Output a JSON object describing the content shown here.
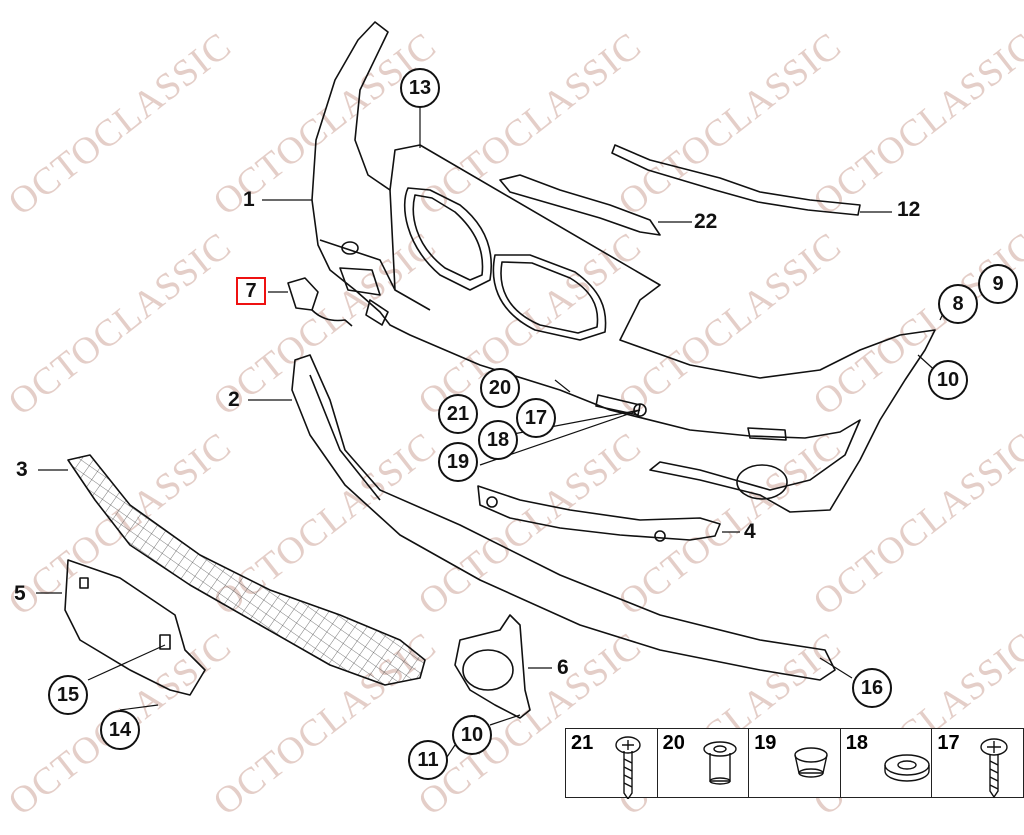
{
  "watermark": "OCTOCLASSIC",
  "highlighted_part": "7",
  "plain_labels": [
    "1",
    "2",
    "3",
    "4",
    "5",
    "6",
    "12",
    "22"
  ],
  "callouts": [
    "8",
    "9",
    "10",
    "10",
    "11",
    "13",
    "14",
    "15",
    "16",
    "17",
    "18",
    "19",
    "20",
    "21"
  ],
  "legend": [
    "21",
    "20",
    "19",
    "18",
    "17"
  ],
  "colors": {
    "highlight": "#e11111",
    "watermark": "#cda59b",
    "line": "#111111"
  }
}
